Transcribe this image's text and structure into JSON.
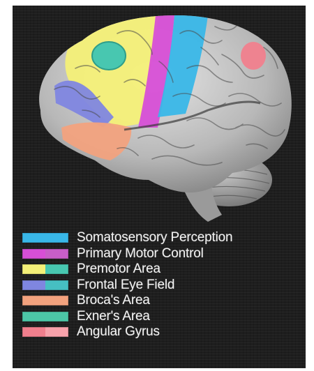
{
  "legend": {
    "items": [
      {
        "label": "Somatosensory Perception",
        "colors": [
          "#39b7e8",
          "#39b7e8"
        ]
      },
      {
        "label": "Primary Motor Control",
        "colors": [
          "#d74fd6",
          "#c85ec8"
        ]
      },
      {
        "label": "Premotor Area",
        "colors": [
          "#f4f078",
          "#48c7b0"
        ]
      },
      {
        "label": "Frontal Eye Field",
        "colors": [
          "#7f86e0",
          "#46bfc2"
        ]
      },
      {
        "label": "Broca's Area",
        "colors": [
          "#f2a27e",
          "#f2a27e"
        ]
      },
      {
        "label": "Exner's Area",
        "colors": [
          "#4cc6a6",
          "#4cc6a6"
        ]
      },
      {
        "label": "Angular Gyrus",
        "colors": [
          "#f07f8d",
          "#f7a2ab"
        ]
      }
    ]
  },
  "regions": {
    "somatosensory": "#39b7e8",
    "primary_motor": "#d74fd6",
    "premotor": "#f4f078",
    "exner": "#48c7b0",
    "frontal_eye_field": "#7f86e0",
    "broca": "#f2a27e",
    "angular": "#f07f8d",
    "cortex": "#b9b9b9"
  }
}
